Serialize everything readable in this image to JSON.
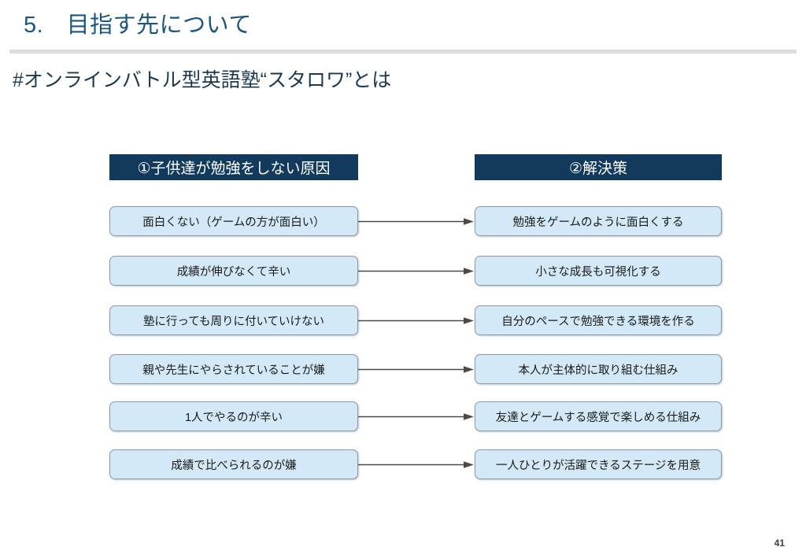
{
  "header": {
    "title": "5.　目指す先について",
    "subtitle": "#オンラインバトル型英語塾“スタロワ”とは"
  },
  "diagram": {
    "columns": [
      {
        "id": "causes",
        "header": "①子供達が勉強をしない原因"
      },
      {
        "id": "solutions",
        "header": "②解決策"
      }
    ],
    "rows": [
      {
        "cause": "面白くない（ゲームの方が面白い）",
        "solution": "勉強をゲームのように面白くする"
      },
      {
        "cause": "成績が伸びなくて辛い",
        "solution": "小さな成長も可視化する"
      },
      {
        "cause": "塾に行っても周りに付いていけない",
        "solution": "自分のペースで勉強できる環境を作る"
      },
      {
        "cause": "親や先生にやらされていることが嫌",
        "solution": "本人が主体的に取り組む仕組み"
      },
      {
        "cause": "1人でやるのが辛い",
        "solution": "友達とゲームする感覚で楽しめる仕組み"
      },
      {
        "cause": "成績で比べられるのが嫌",
        "solution": "一人ひとりが活躍できるステージを用意"
      }
    ]
  },
  "footer": {
    "page_number": "41"
  },
  "colors": {
    "title_text": "#1a5580",
    "subtitle_text": "#1b3a52",
    "rule": "#dcdcdc",
    "column_header_bg": "#123a5c",
    "column_header_text": "#ffffff",
    "node_fill": "#d3e9f7",
    "node_border": "#8a9aa8",
    "connector": "#4a4a4a",
    "page_number_text": "#404040"
  }
}
